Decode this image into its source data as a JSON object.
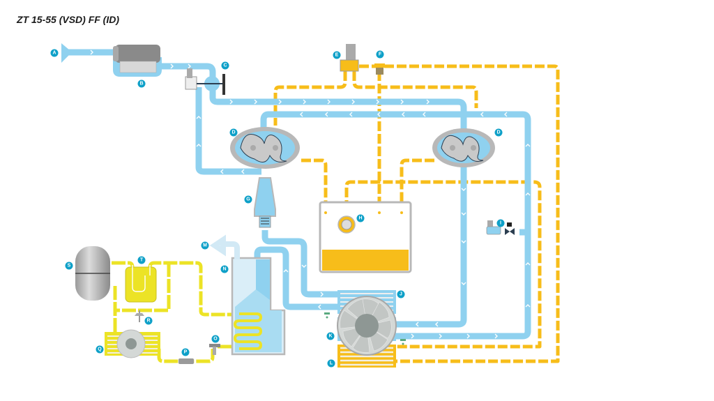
{
  "title": "ZT 15-55 (VSD) FF (ID)",
  "colors": {
    "air": "#8fd1ef",
    "oil": "#f7bd1a",
    "refrigerant": "#ece326",
    "badge": "#0ea0c8",
    "housing": "#b8b8b8"
  },
  "labels": {
    "A": "A",
    "B": "B",
    "C": "C",
    "D1": "D",
    "D2": "D",
    "E": "E",
    "F": "F",
    "G": "G",
    "H": "H",
    "I": "I",
    "J": "J",
    "K": "K",
    "L": "L",
    "M": "M",
    "N": "N",
    "O": "O",
    "P": "P",
    "Q": "Q",
    "R": "R",
    "S": "S",
    "T": "T"
  }
}
